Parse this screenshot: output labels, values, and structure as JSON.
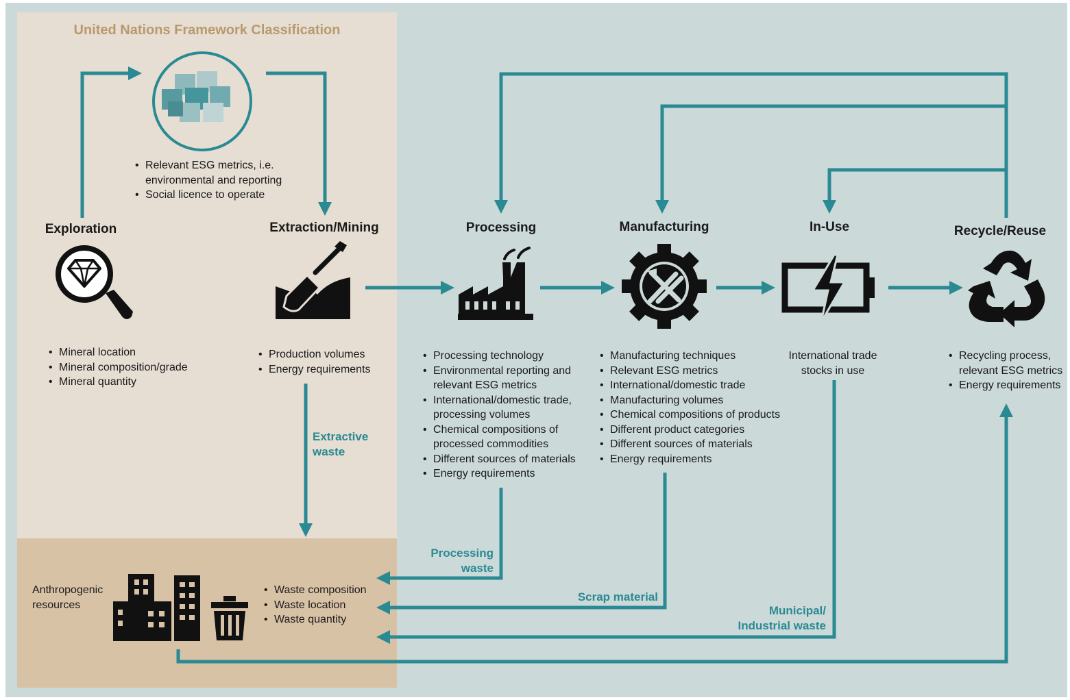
{
  "unfc_title": "United Nations Framework Classification",
  "unfc_bullets": [
    "Relevant ESG metrics, i.e. environmental and reporting",
    "Social licence to operate"
  ],
  "stages": {
    "exploration": {
      "label": "Exploration",
      "icon": "magnifier-diamond-icon",
      "bullets": [
        "Mineral location",
        "Mineral composition/grade",
        "Mineral quantity"
      ]
    },
    "extraction": {
      "label": "Extraction/Mining",
      "icon": "shovel-icon",
      "bullets": [
        "Production volumes",
        "Energy requirements"
      ]
    },
    "processing": {
      "label": "Processing",
      "icon": "factory-icon",
      "bullets": [
        "Processing technology",
        "Environmental reporting and relevant ESG metrics",
        "International/domestic trade, processing volumes",
        "Chemical compositions of processed commodities",
        "Different sources of materials",
        "Energy requirements"
      ]
    },
    "manufacturing": {
      "label": "Manufacturing",
      "icon": "gear-tools-icon",
      "bullets": [
        "Manufacturing techniques",
        "Relevant ESG metrics",
        "International/domestic trade",
        "Manufacturing volumes",
        "Chemical compositions of products",
        "Different product categories",
        "Different sources of materials",
        "Energy requirements"
      ]
    },
    "in_use": {
      "label": "In-Use",
      "icon": "battery-icon",
      "text": "International trade stocks in use"
    },
    "recycle": {
      "label": "Recycle/Reuse",
      "icon": "recycle-icon",
      "bullets": [
        "Recycling process, relevant ESG metrics",
        "Energy requirements"
      ]
    }
  },
  "anthropogenic": {
    "label": "Anthropogenic resources",
    "icons": [
      "buildings-icon",
      "trash-bin-icon"
    ],
    "bullets": [
      "Waste composition",
      "Waste location",
      "Waste quantity"
    ]
  },
  "flow_labels": {
    "extractive_waste": "Extractive waste",
    "processing_waste": "Processing waste",
    "scrap_material": "Scrap material",
    "municipal_waste": "Municipal/ Industrial waste"
  },
  "colors": {
    "arrow": "#2a8a93",
    "label": "#2a8a93",
    "title": "#b89a6d",
    "background": "#ccd9d9",
    "unfc_panel": "#e6ddd3",
    "anthro_panel": "#d8c2a6"
  }
}
